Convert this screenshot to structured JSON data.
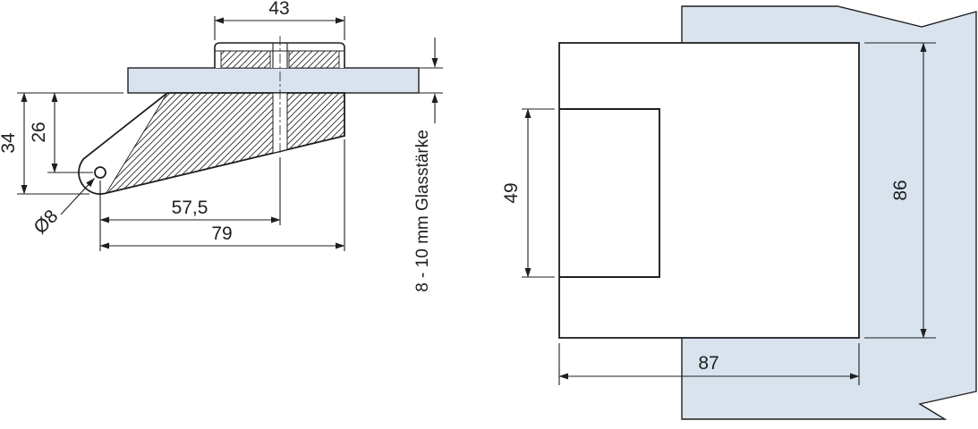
{
  "drawing": {
    "colors": {
      "glass": "#d8e3ee",
      "line": "#1f1f1f"
    },
    "side_view": {
      "labels": {
        "clamp_width": "43",
        "total_height": "34",
        "axis_height": "26",
        "axis_to_screw": "57,5",
        "axis_to_edge": "79",
        "pivot_diameter": "Ø8",
        "glass_note": "8 - 10 mm Glasstärke"
      }
    },
    "front_view": {
      "labels": {
        "arm_height": "49",
        "plate_height": "86",
        "overall_width": "87"
      }
    }
  }
}
